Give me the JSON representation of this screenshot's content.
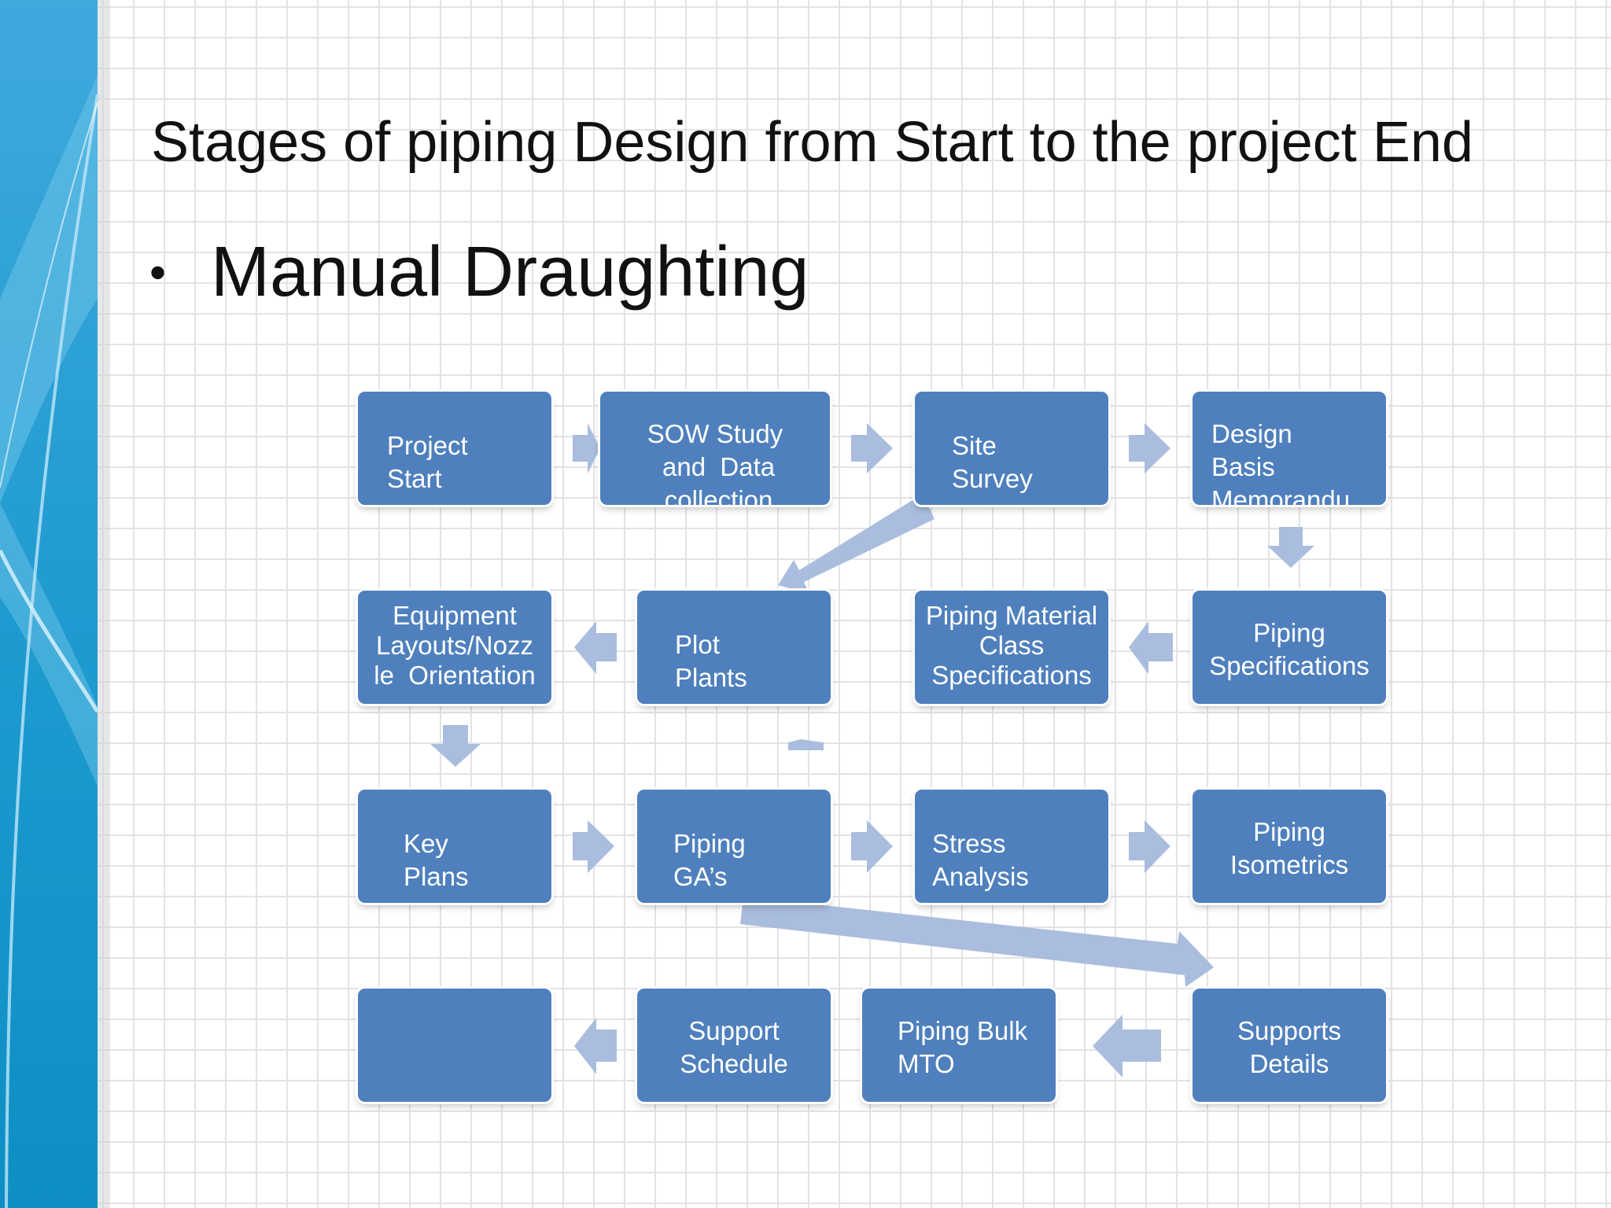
{
  "slide": {
    "title": "Stages of piping Design from Start to the project End",
    "bullet": "•",
    "bullet_text": "Manual Draughting"
  },
  "diagram": {
    "box_color": "#4f80bd",
    "arrow_color": "#aabdde",
    "stages": {
      "project_start": "Project\nStart",
      "sow_study": "SOW Study\n and  Data\n collection",
      "site_survey": "Site\nSurvey",
      "design_basis": "Design\nBasis\nMemorandu",
      "equipment_layouts": "Equipment\nLayouts/Nozz\nle  Orientation",
      "plot_plants": "Plot\nPlants",
      "piping_material_class": "Piping Material\nClass\nSpecifications",
      "piping_specifications": "Piping\nSpecifications",
      "key_plans": "Key\nPlans",
      "piping_gas": "Piping\nGA’s",
      "stress_analysis": "Stress\nAnalysis",
      "piping_isometrics": "Piping\nIsometrics",
      "blank_box": "",
      "support_schedule": "Support\nSchedule",
      "piping_bulk_mto": "Piping Bulk\nMTO",
      "supports_details": "Supports\nDetails"
    }
  }
}
